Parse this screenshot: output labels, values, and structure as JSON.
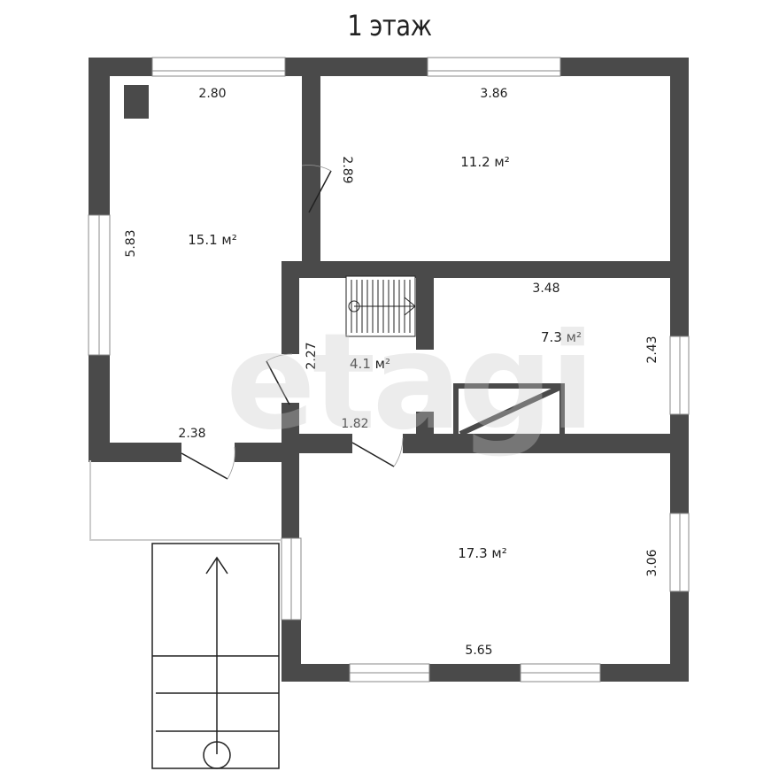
{
  "title": "1 этаж",
  "watermark": "etagi",
  "colors": {
    "wall": "#4a4a4a",
    "background": "#ffffff",
    "line": "#222222"
  },
  "rooms": [
    {
      "name": "room-left",
      "area": "15.1 м²",
      "width": "2.80",
      "height": "5.83"
    },
    {
      "name": "room-top-right",
      "area": "11.2 м²",
      "width": "3.86",
      "height": "2.89"
    },
    {
      "name": "room-stair-hall",
      "area": "4.1 м²",
      "width": "1.82",
      "height": "2.27"
    },
    {
      "name": "room-middle-right",
      "area": "7.3 м²",
      "width": "3.48",
      "height": "2.43"
    },
    {
      "name": "room-bottom",
      "area": "17.3 м²",
      "width": "5.65",
      "height": "3.06"
    }
  ],
  "dimensions": {
    "left_width": "2.80",
    "left_height": "5.83",
    "left_door": "2.38",
    "top_right_width": "3.86",
    "top_right_height": "2.89",
    "hall_height": "2.27",
    "hall_width": "1.82",
    "mid_width": "3.48",
    "mid_height": "2.43",
    "bottom_width": "5.65",
    "bottom_height": "3.06"
  }
}
